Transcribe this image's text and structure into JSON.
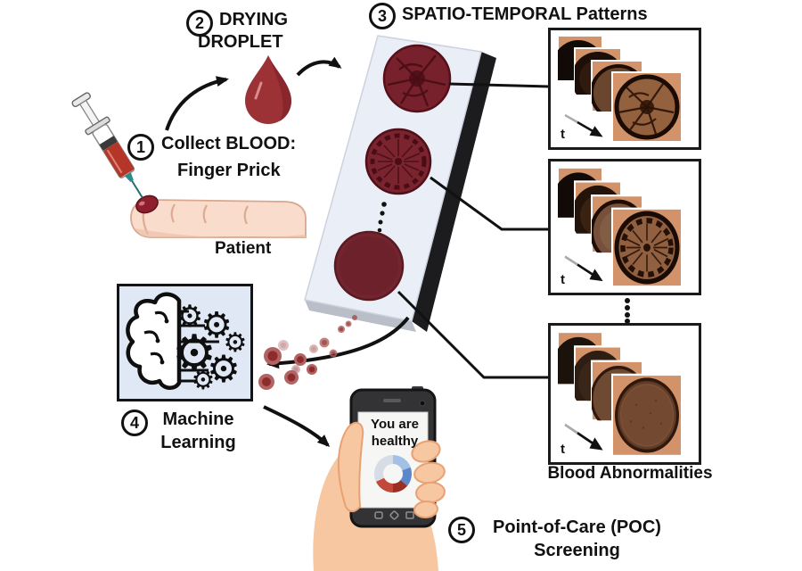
{
  "steps": {
    "s1": {
      "num": "1",
      "line1": "Collect BLOOD:",
      "line2": "Finger Prick"
    },
    "s2": {
      "num": "2",
      "line1": "DRYING",
      "line2": "DROPLET"
    },
    "s3": {
      "num": "3",
      "label": "SPATIO-TEMPORAL Patterns"
    },
    "s4": {
      "num": "4",
      "line1": "Machine",
      "line2": "Learning"
    },
    "s5": {
      "num": "5",
      "line1": "Point-of-Care (POC)",
      "line2": "Screening"
    }
  },
  "labels": {
    "patient": "Patient",
    "blood_abnormalities": "Blood Abnormalities"
  },
  "phone": {
    "message_line1": "You are",
    "message_line2": "healthy"
  },
  "stacks": [
    {
      "t_label": "t"
    },
    {
      "t_label": "t"
    },
    {
      "t_label": "t"
    }
  ],
  "icons": {
    "gear": "⚙"
  },
  "colors": {
    "blood_maroon": "#7a2430",
    "droplet_red": "#9c3136",
    "stack_square_tan": "#d2936b",
    "slide_face": "#eaeef6",
    "ml_box_bg": "#dfe8f4",
    "donut_blue": "#5b88c9",
    "donut_red": "#c2483a",
    "skin": "#f7c7a1"
  }
}
